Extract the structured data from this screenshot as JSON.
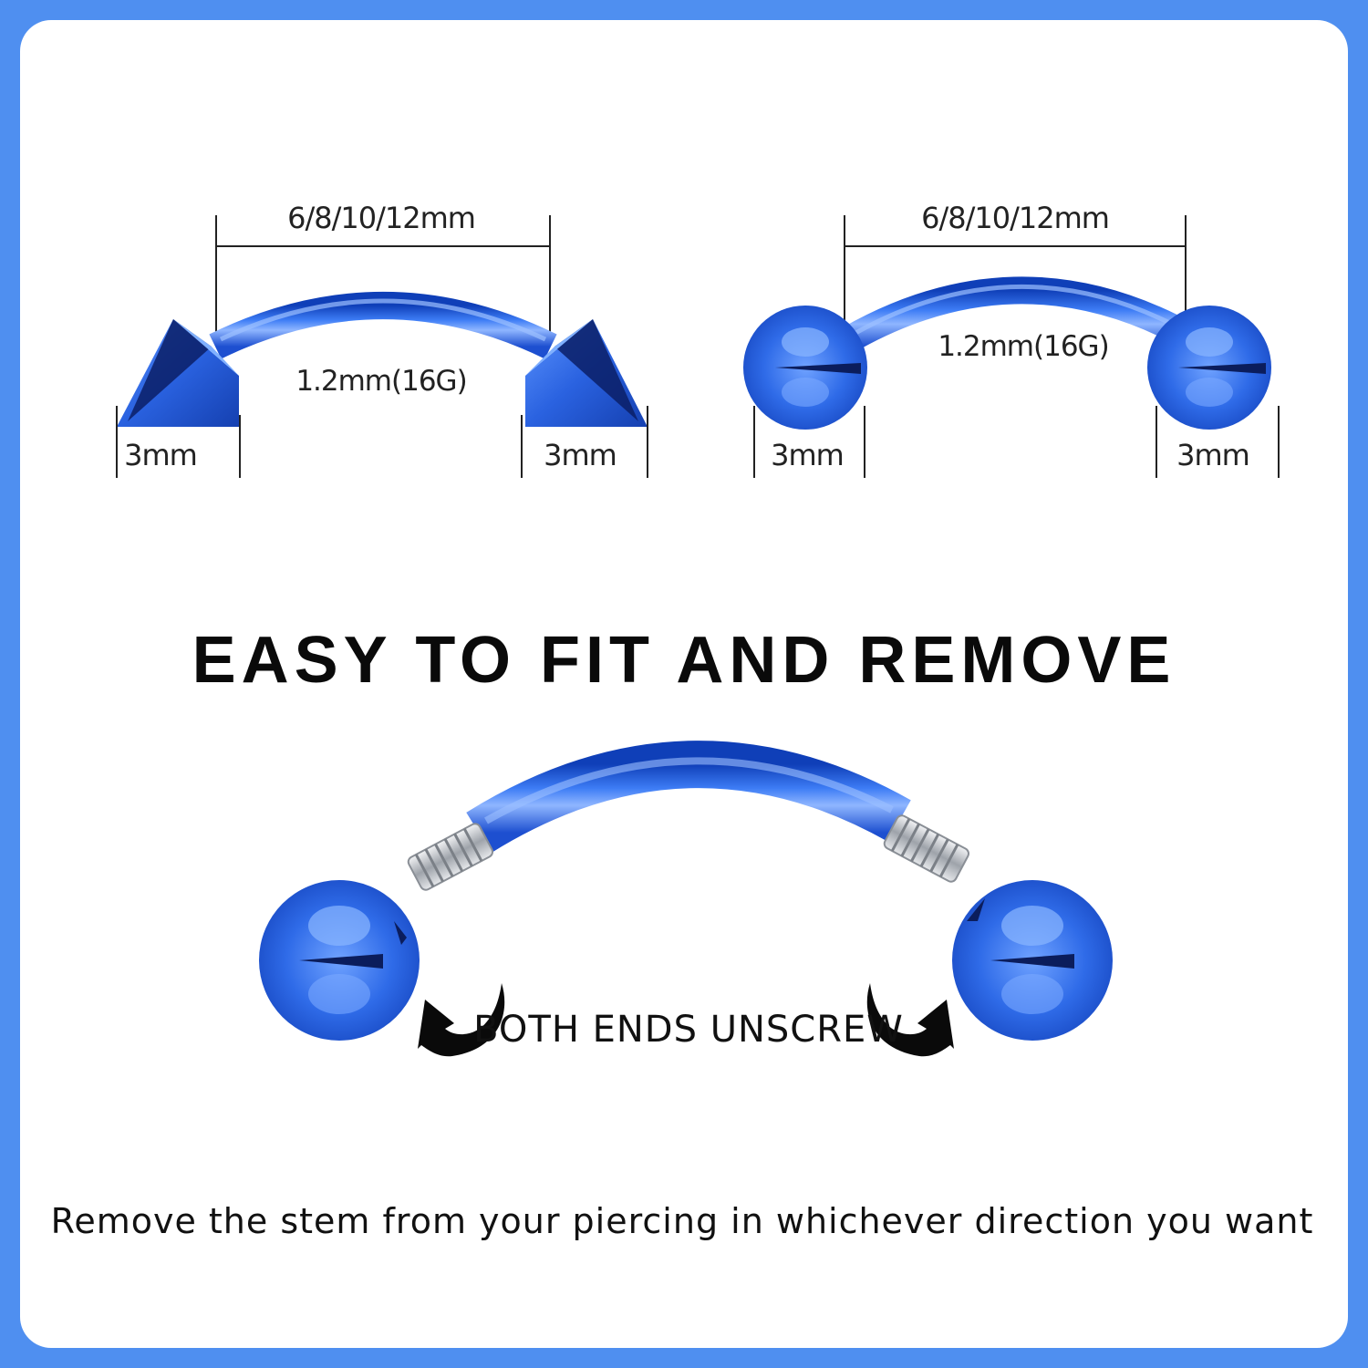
{
  "colors": {
    "frame": "#4f8ff0",
    "metal_blue": "#2f6be8",
    "steel": "#c9ccd1"
  },
  "top_left": {
    "length_label": "6/8/10/12mm",
    "gauge_label": "1.2mm(16G)",
    "left_end_label": "3mm",
    "right_end_label": "3mm",
    "end_shape": "spike-icon"
  },
  "top_right": {
    "length_label": "6/8/10/12mm",
    "gauge_label": "1.2mm(16G)",
    "left_end_label": "3mm",
    "right_end_label": "3mm",
    "end_shape": "ball-icon"
  },
  "headline": "EASY TO FIT AND REMOVE",
  "unscrew_label": "BOTH ENDS UNSCREW",
  "caption": "Remove the stem from your piercing in whichever direction you want"
}
